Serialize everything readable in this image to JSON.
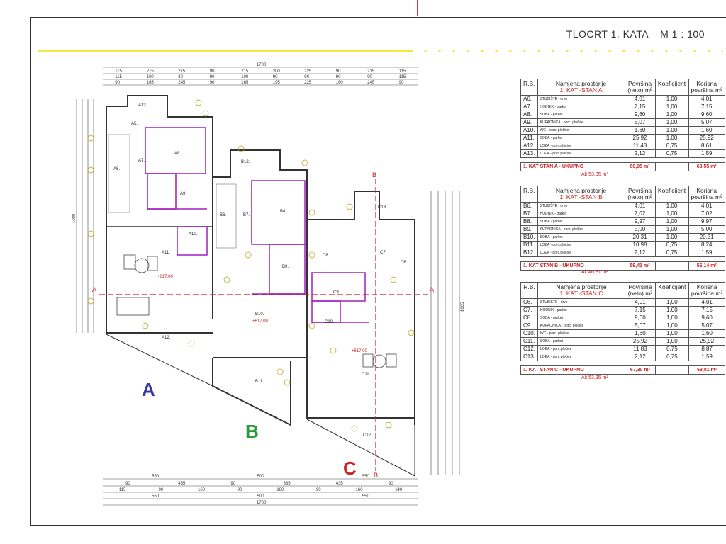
{
  "title": {
    "text": "TLOCRT  1. KATA",
    "scale": "M 1 : 100"
  },
  "units": {
    "a": "A",
    "b": "B",
    "c": "C"
  },
  "section_marks": {
    "a_left": "A",
    "a_right": "A",
    "b_top": "B",
    "b_bottom": "B"
  },
  "dims": {
    "top_overall": "1700",
    "top_row1": [
      "115",
      "215",
      "275",
      "90",
      "215",
      "200",
      "225",
      "90",
      "215",
      "115"
    ],
    "top_row2": [
      "115",
      "100",
      "80",
      "90",
      "100",
      "90",
      "90",
      "90",
      "90",
      "115"
    ],
    "top_row3": [
      "90",
      "165",
      "245",
      "90",
      "165",
      "195",
      "225",
      "160",
      "245",
      "90"
    ],
    "bottom_row1": [
      "550",
      "500",
      "550"
    ],
    "bottom_row2": [
      "90",
      "455",
      "90",
      "365",
      "435",
      "90"
    ],
    "bottom_row3": [
      "115",
      "90",
      "160",
      "90",
      "160",
      "90",
      "160",
      "140"
    ],
    "bottom_row4": [
      "550",
      "500",
      "550"
    ],
    "bottom_overall": "1700",
    "left_total": "1000",
    "right_total": "1065"
  },
  "rooms": {
    "a": [
      "A5.",
      "A6.",
      "A7.",
      "A8.",
      "A9.",
      "A10.",
      "A11.",
      "A12.",
      "A13."
    ],
    "b": [
      "B6.",
      "B7.",
      "B8.",
      "B9.",
      "B10.",
      "B11.",
      "B12."
    ],
    "c": [
      "C6.",
      "C7.",
      "C8.",
      "C9.",
      "C10.",
      "C11.",
      "C12.",
      "C13."
    ]
  },
  "elevations": {
    "a": "+617.00",
    "b": "+617.00",
    "c": "+617.00"
  },
  "table_headers": {
    "rb": "R.B.",
    "name_line1": "Namjena prostorije",
    "area_line1": "Površina",
    "area_line2": "(neto) m²",
    "coef": "Koeficijent",
    "useful_line1": "Korisna",
    "useful_line2": "površina m²"
  },
  "tables": [
    {
      "heading": "1. KAT -STAN A",
      "rows": [
        [
          "A6.",
          "STUBIŠTE - drvo",
          "4,01",
          "1,00",
          "4,01"
        ],
        [
          "A7.",
          "HODNIK - parket",
          "7,15",
          "1,00",
          "7,15"
        ],
        [
          "A8.",
          "SOBA - parket",
          "9,60",
          "1,00",
          "9,60"
        ],
        [
          "A9.",
          "KUPAONICA - porc. pločice",
          "5,07",
          "1,00",
          "5,07"
        ],
        [
          "A10.",
          "WC - porc. pločice",
          "1,60",
          "1,00",
          "1,60"
        ],
        [
          "A11.",
          "SOBA - parket",
          "25,92",
          "1,00",
          "25,92"
        ],
        [
          "A12.",
          "LOĐA - porc.pločice",
          "11,48",
          "0,75",
          "8,61"
        ],
        [
          "A13.",
          "LOĐA - porc.pločice",
          "2,12",
          "0,75",
          "1,59"
        ]
      ],
      "total_label": "1. KAT STAN A - UKUPNO",
      "total_area": "66,95 m²",
      "total_useful": "63,55 m²",
      "ak": "Ak 53,35 m²"
    },
    {
      "heading": "1. KAT -STAN B",
      "rows": [
        [
          "B6.",
          "STUBIŠTE - drvo",
          "4,01",
          "1,00",
          "4,01"
        ],
        [
          "B7.",
          "HODNIK - parket",
          "7,02",
          "1,00",
          "7,02"
        ],
        [
          "B8.",
          "SOBA - parket",
          "9,97",
          "1,00",
          "9,97"
        ],
        [
          "B9.",
          "KUPAONICA - porc. pločice",
          "5,00",
          "1,00",
          "5,00"
        ],
        [
          "B10.",
          "SOBA - parket",
          "20,31",
          "1,00",
          "20,31"
        ],
        [
          "B11.",
          "LOĐA - porc.pločice",
          "10,98",
          "0,75",
          "8,24"
        ],
        [
          "B12.",
          "LOĐA - porc.pločice",
          "2,12",
          "0,75",
          "1,59"
        ]
      ],
      "total_label": "1. KAT STAN B - UKUPNO",
      "total_area": "59,41 m²",
      "total_useful": "56,14 m²",
      "ak": "Ak 46,31 m²"
    },
    {
      "heading": "1. KAT -STAN C",
      "rows": [
        [
          "C6.",
          "STUBIŠTE - drvo",
          "4,01",
          "1,00",
          "4,01"
        ],
        [
          "C7.",
          "HODNIK - parket",
          "7,15",
          "1,00",
          "7,15"
        ],
        [
          "C8.",
          "SOBA - parket",
          "9,60",
          "1,00",
          "9,60"
        ],
        [
          "C9.",
          "KUPAONICA - porc. pločice",
          "5,07",
          "1,00",
          "5,07"
        ],
        [
          "C10.",
          "WC - porc. pločice",
          "1,60",
          "1,00",
          "1,60"
        ],
        [
          "C11.",
          "SOBA - parket",
          "25,92",
          "1,00",
          "25,92"
        ],
        [
          "C12.",
          "LOĐA - porc.pločice",
          "11,83",
          "0,75",
          "8,87"
        ],
        [
          "C13.",
          "LOĐA - porc.pločice",
          "2,12",
          "0,75",
          "1,59"
        ]
      ],
      "total_label": "1. KAT STAN C - UKUPNO",
      "total_area": "67,30 m²",
      "total_useful": "63,81 m²",
      "ak": "Ak 53,35 m²"
    }
  ],
  "colors": {
    "wall": "#333333",
    "partition": "#a020c0",
    "section": "#c22222",
    "accent_yellow": "#f2ea3a"
  }
}
